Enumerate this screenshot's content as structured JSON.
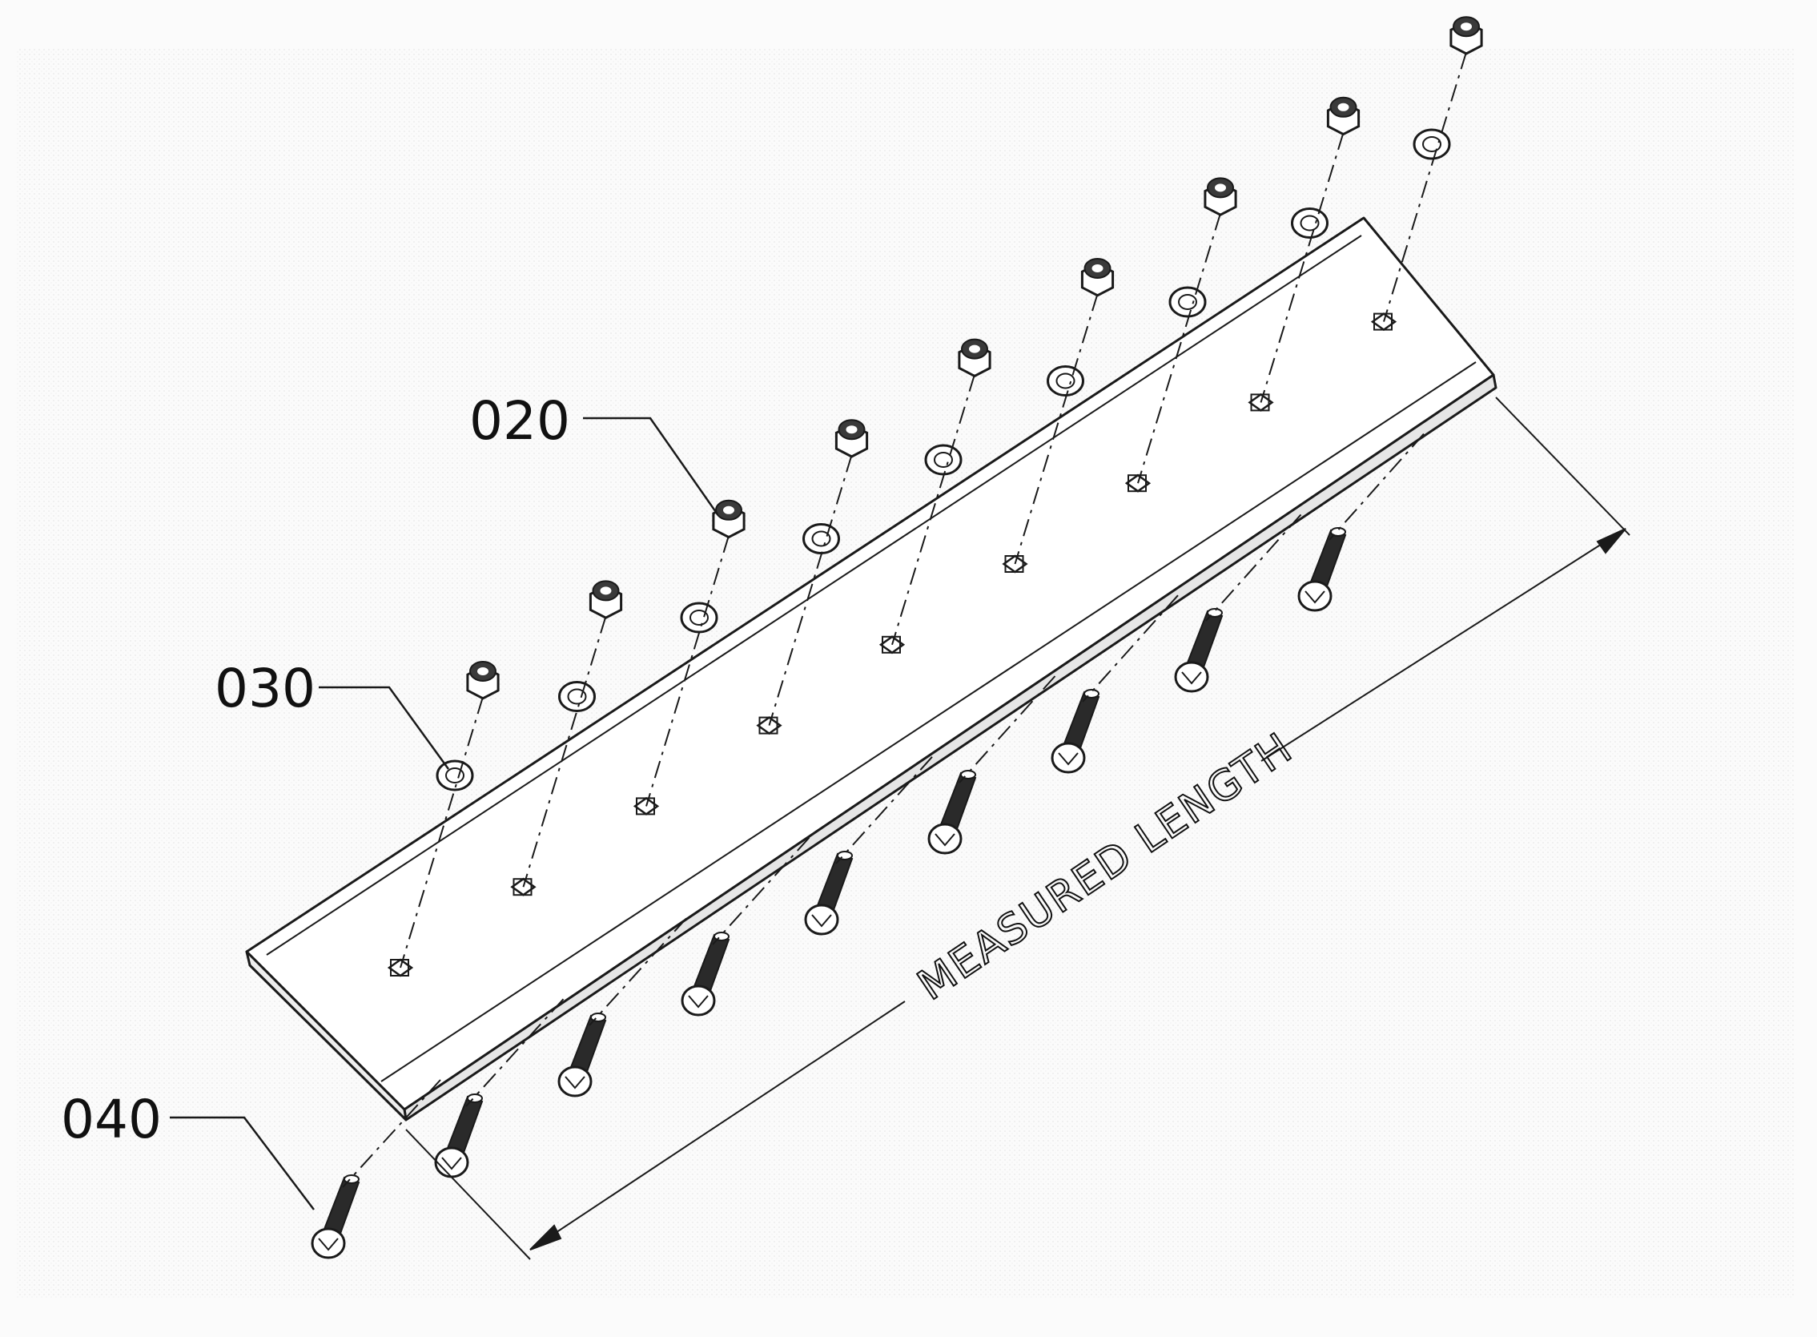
{
  "labels": {
    "ref_020": "020",
    "ref_030": "030",
    "ref_040": "040",
    "dimension": "MEASURED LENGTH"
  },
  "fasteners": {
    "nut_count": 9,
    "washer_count": 9,
    "bolt_count": 9
  },
  "colors": {
    "line": "#1a1a1a",
    "background": "#fbfbfb"
  }
}
